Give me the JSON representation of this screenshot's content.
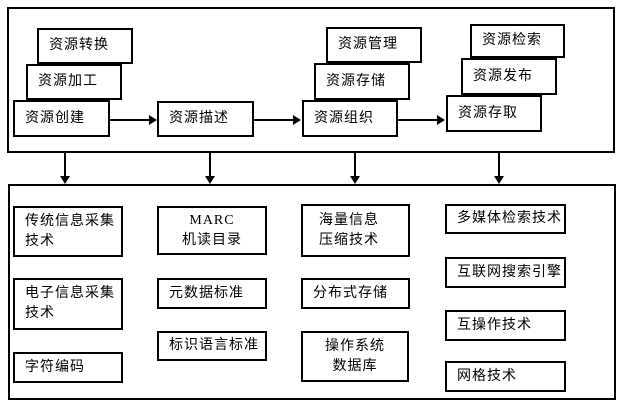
{
  "colors": {
    "line": "#000000",
    "background": "#ffffff"
  },
  "top_panel": {
    "boxes": [
      {
        "label": "资源转换"
      },
      {
        "label": "资源加工"
      },
      {
        "label": "资源创建"
      },
      {
        "label": "资源描述"
      },
      {
        "label": "资源管理"
      },
      {
        "label": "资源存储"
      },
      {
        "label": "资源组织"
      },
      {
        "label": "资源检索"
      },
      {
        "label": "资源发布"
      },
      {
        "label": "资源存取"
      }
    ]
  },
  "bottom_panel": {
    "boxes": [
      {
        "label": "传统信息采集\n技术"
      },
      {
        "label": "电子信息采集\n技术"
      },
      {
        "label": "字符编码"
      },
      {
        "label": "MARC\n机读目录"
      },
      {
        "label": "元数据标准"
      },
      {
        "label": "标识语言标准"
      },
      {
        "label": "海量信息\n压缩技术"
      },
      {
        "label": "分布式存储"
      },
      {
        "label": "操作系统\n数据库"
      },
      {
        "label": "多媒体检索技术"
      },
      {
        "label": "互联网搜索引擎"
      },
      {
        "label": "互操作技术"
      },
      {
        "label": "网格技术"
      }
    ]
  }
}
